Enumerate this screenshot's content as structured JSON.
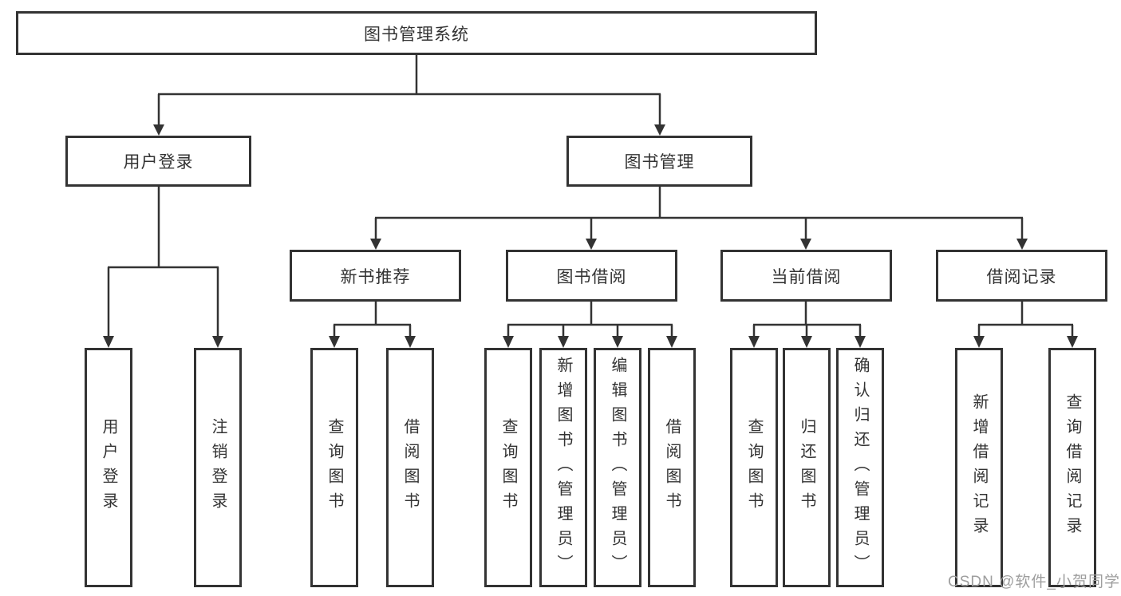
{
  "diagram": {
    "root": {
      "label": "图书管理系统"
    },
    "level2": [
      {
        "label": "用户登录"
      },
      {
        "label": "图书管理"
      }
    ],
    "level3": [
      {
        "label": "新书推荐"
      },
      {
        "label": "图书借阅"
      },
      {
        "label": "当前借阅"
      },
      {
        "label": "借阅记录"
      }
    ],
    "leaves": {
      "user_login": [
        {
          "label": "用户登录"
        },
        {
          "label": "注销登录"
        }
      ],
      "new_book": [
        {
          "label": "查询图书"
        },
        {
          "label": "借阅图书"
        }
      ],
      "book_borrow": [
        {
          "label": "查询图书"
        },
        {
          "label": "新增图书（管理员）"
        },
        {
          "label": "编辑图书（管理员）"
        },
        {
          "label": "借阅图书"
        }
      ],
      "current_borrow": [
        {
          "label": "查询图书"
        },
        {
          "label": "归还图书"
        },
        {
          "label": "确认归还（管理员）"
        }
      ],
      "borrow_record": [
        {
          "label": "新增借阅记录"
        },
        {
          "label": "查询借阅记录"
        }
      ]
    },
    "watermark": "CSDN @软件_小贺同学",
    "colors": {
      "line": "#333333",
      "text": "#333333",
      "box_background": "#ffffff",
      "watermark": "#9e9e9e"
    }
  }
}
